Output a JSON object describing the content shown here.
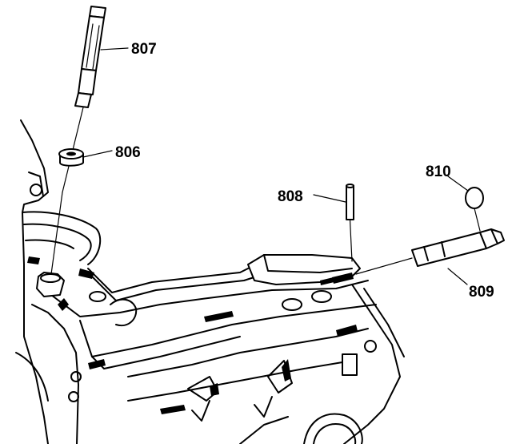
{
  "callouts": {
    "c806": "806",
    "c807": "807",
    "c808": "808",
    "c809": "809",
    "c810": "810"
  }
}
